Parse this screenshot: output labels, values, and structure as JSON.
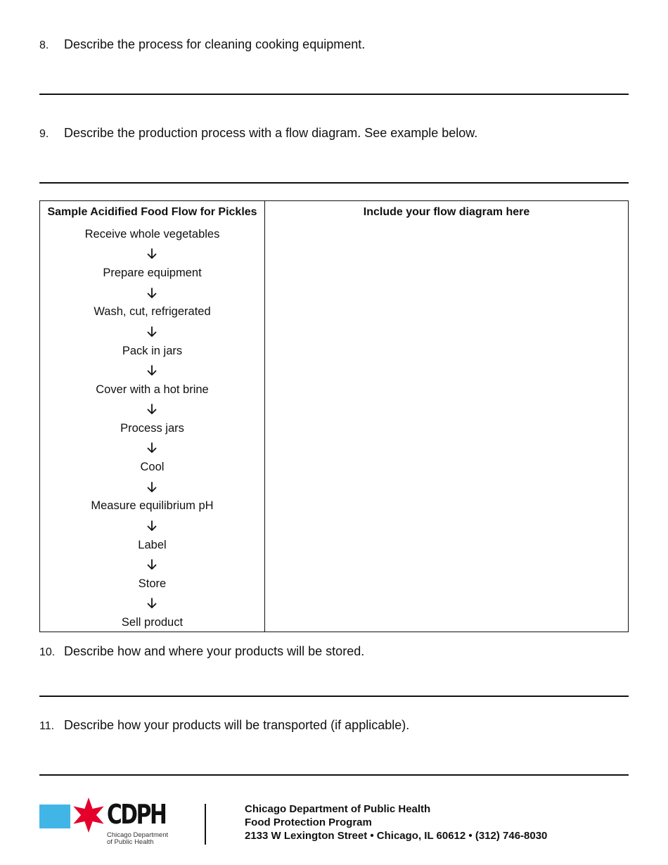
{
  "questions": [
    {
      "number": "8.",
      "text": "Describe the process for cleaning cooking equipment."
    },
    {
      "number": "9.",
      "text": "Describe the production process with a flow diagram. See example below."
    },
    {
      "number": "10.",
      "text": "Describe how and where your products will be stored."
    },
    {
      "number": "11.",
      "text": "Describe how your products will be transported (if applicable)."
    }
  ],
  "flow_table": {
    "sample_header": "Sample Acidified Food Flow for Pickles",
    "your_header": "Include your flow diagram here",
    "arrow_icon": "arrow-down-icon",
    "steps": [
      "Receive whole vegetables",
      "Prepare equipment",
      "Wash, cut, refrigerated",
      "Pack in jars",
      "Cover with a hot brine",
      "Process jars",
      "Cool",
      "Measure equilibrium pH",
      "Label",
      "Store",
      "Sell product"
    ]
  },
  "footer": {
    "logo": {
      "wordmark": "CDPH",
      "subtitle_line1": "Chicago Department",
      "subtitle_line2": "of Public Health",
      "box_color": "#41b6e6",
      "star_color": "#e4002b"
    },
    "org_name": "Chicago Department of Public Health",
    "program": "Food Protection Program",
    "address": "2133 W Lexington Street • Chicago, IL 60612 • (312) 746-8030"
  }
}
